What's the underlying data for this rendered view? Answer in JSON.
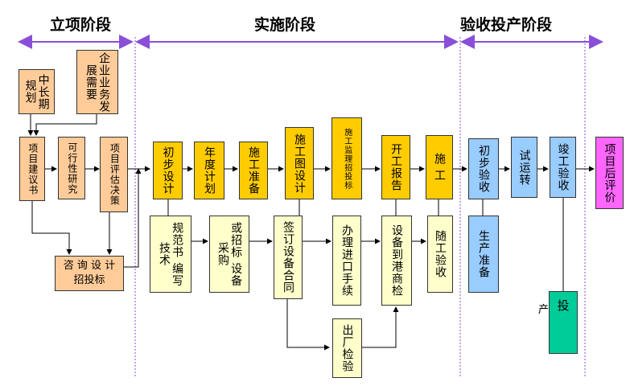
{
  "phases": {
    "initiation": "立项阶段",
    "implementation": "实施阶段",
    "acceptance": "验收投产阶段"
  },
  "nodes": {
    "mid_long_plan": "中长期规划",
    "enterprise_needs": "企业业务发展需要",
    "proposal": "项目建议书",
    "feasibility": "可行性研究",
    "evaluation": "项目评估决策",
    "consulting": "咨 询 设 计招投标",
    "preliminary_design": "初步设计",
    "annual_plan": "年度计划",
    "construction_prep": "施工准备",
    "construction_drawing": "施工图设计",
    "supervision_bidding": "施工监理招投标",
    "start_report": "开工报告",
    "construction": "施 工",
    "standard_writing": "规范书 编写技术",
    "equipment_procurement": "或招标 设备采购",
    "sign_contract": "签订设备合同",
    "import_procedures": "办理进口手续",
    "factory_inspection": "出厂检验",
    "port_inspection": "设备到港商检",
    "follow_acceptance": "随工验收",
    "preliminary_acceptance": "初步验收",
    "production_prep": "生产准备",
    "trial_run": "试运转",
    "completion_acceptance": "竣工验收",
    "production_char": "投",
    "production_side_char": "产",
    "post_evaluation": "项目后评价"
  }
}
